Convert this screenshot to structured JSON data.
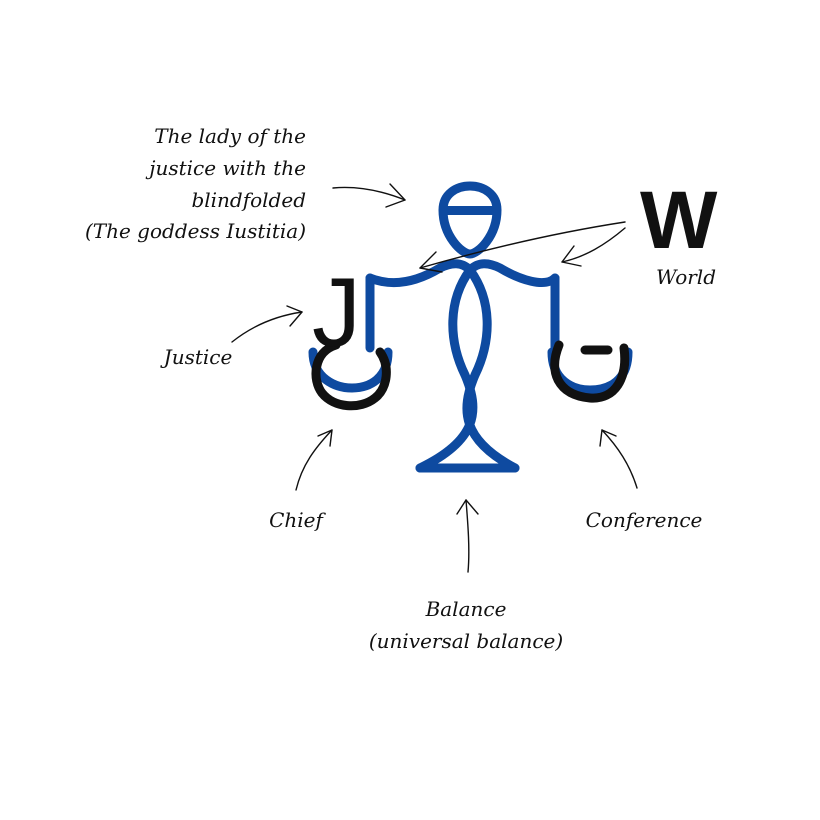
{
  "annotations": {
    "lady": [
      "The lady of the",
      "justice with the",
      "blindfolded",
      "(The goddess Iustitia)"
    ],
    "world": "World",
    "justice": "Justice",
    "chief": "Chief",
    "conference": "Conference",
    "balance": [
      "Balance",
      "(universal balance)"
    ]
  },
  "letters": {
    "w": "W",
    "j": "J"
  },
  "colors": {
    "accent": "#0e4aa0",
    "ink": "#111111"
  }
}
